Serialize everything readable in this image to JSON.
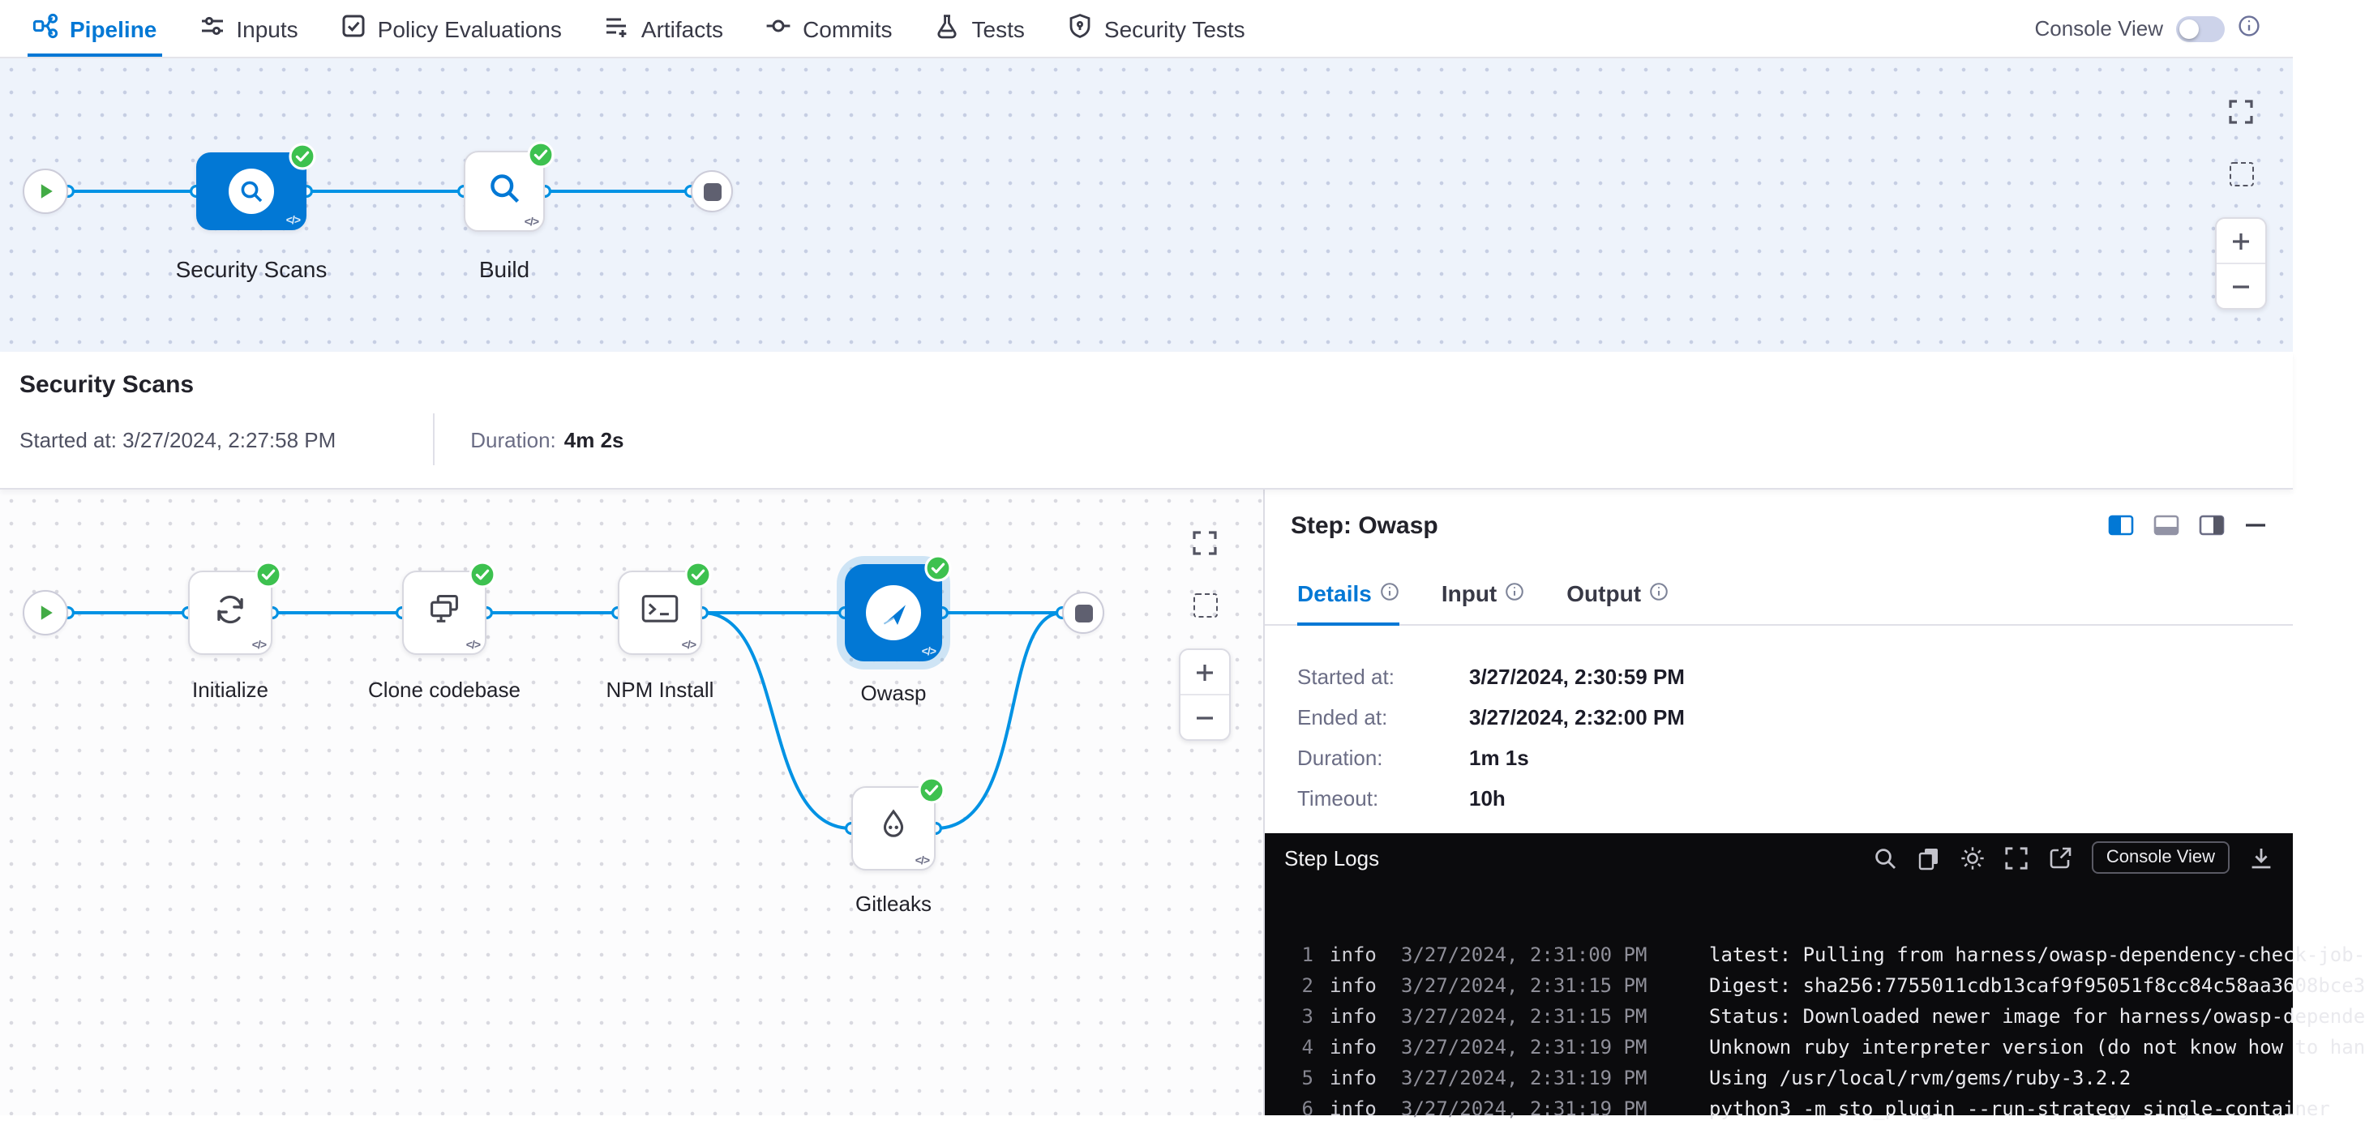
{
  "colors": {
    "accent_blue": "#0278d5",
    "connector_blue": "#0092e4",
    "success_green": "#3dc14f",
    "logs_bg": "#0b0b0d"
  },
  "nav": {
    "tabs": [
      {
        "label": "Pipeline",
        "active": true
      },
      {
        "label": "Inputs",
        "active": false
      },
      {
        "label": "Policy Evaluations",
        "active": false
      },
      {
        "label": "Artifacts",
        "active": false
      },
      {
        "label": "Commits",
        "active": false
      },
      {
        "label": "Tests",
        "active": false
      },
      {
        "label": "Security Tests",
        "active": false
      }
    ],
    "console_view": {
      "label": "Console View",
      "enabled": false
    }
  },
  "stage_graph": {
    "stages": [
      {
        "label": "Security Scans",
        "status": "success"
      },
      {
        "label": "Build",
        "status": "success"
      }
    ]
  },
  "stage_info": {
    "title": "Security Scans",
    "started_at": "Started at: 3/27/2024, 2:27:58 PM",
    "duration_label": "Duration:",
    "duration_value": "4m 2s"
  },
  "step_graph": {
    "steps": [
      {
        "label": "Initialize",
        "status": "success"
      },
      {
        "label": "Clone codebase",
        "status": "success"
      },
      {
        "label": "NPM Install",
        "status": "success"
      },
      {
        "label": "Owasp",
        "status": "success",
        "selected": true
      },
      {
        "label": "Gitleaks",
        "status": "success"
      }
    ]
  },
  "step_panel": {
    "title": "Step: Owasp",
    "tabs": [
      {
        "label": "Details",
        "active": true
      },
      {
        "label": "Input",
        "active": false
      },
      {
        "label": "Output",
        "active": false
      }
    ],
    "details": [
      {
        "label": "Started at:",
        "value": "3/27/2024, 2:30:59 PM"
      },
      {
        "label": "Ended at:",
        "value": "3/27/2024, 2:32:00 PM"
      },
      {
        "label": "Duration:",
        "value": "1m 1s"
      },
      {
        "label": "Timeout:",
        "value": "10h"
      }
    ]
  },
  "step_logs": {
    "title": "Step Logs",
    "console_view_button": "Console View",
    "lines": [
      {
        "num": "1",
        "level": "info",
        "time": "3/27/2024, 2:31:00 PM",
        "message": "latest: Pulling from harness/owasp-dependency-check-job-"
      },
      {
        "num": "2",
        "level": "info",
        "time": "3/27/2024, 2:31:15 PM",
        "message": "Digest: sha256:7755011cdb13caf9f95051f8cc84c58aa3608bce3"
      },
      {
        "num": "3",
        "level": "info",
        "time": "3/27/2024, 2:31:15 PM",
        "message": "Status: Downloaded newer image for harness/owasp-depende"
      },
      {
        "num": "4",
        "level": "info",
        "time": "3/27/2024, 2:31:19 PM",
        "message": "Unknown ruby interpreter version (do not know how to han"
      },
      {
        "num": "5",
        "level": "info",
        "time": "3/27/2024, 2:31:19 PM",
        "message": "Using /usr/local/rvm/gems/ruby-3.2.2"
      },
      {
        "num": "6",
        "level": "info",
        "time": "3/27/2024, 2:31:19 PM",
        "message": "python3 -m sto_plugin --run-strategy single-container"
      }
    ]
  },
  "misc": {
    "code_marker": "</>"
  }
}
